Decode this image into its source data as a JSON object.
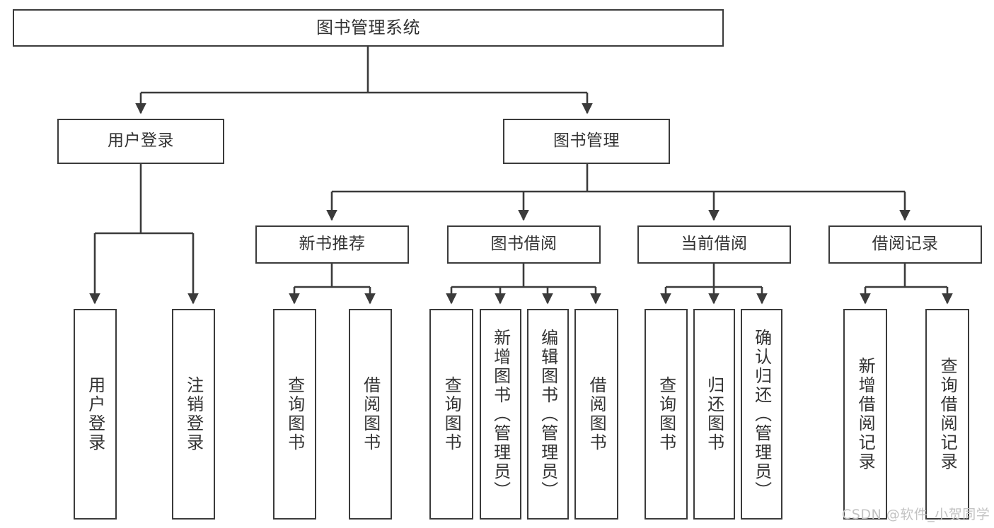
{
  "diagram": {
    "title": "图书管理系统",
    "type": "tree",
    "background_color": "#ffffff",
    "box_border_color": "#3b3b3b",
    "text_color": "#333333",
    "connector_color": "#3b3b3b"
  },
  "nodes": {
    "root": {
      "label": "图书管理系统"
    },
    "level2": [
      {
        "id": "user-login",
        "label": "用户登录"
      },
      {
        "id": "book-manage",
        "label": "图书管理"
      }
    ],
    "level3": [
      {
        "id": "new-book-recommend",
        "label": "新书推荐"
      },
      {
        "id": "book-borrow",
        "label": "图书借阅"
      },
      {
        "id": "current-borrow",
        "label": "当前借阅"
      },
      {
        "id": "borrow-record",
        "label": "借阅记录"
      }
    ],
    "leaves": [
      {
        "id": "leaf-user-login",
        "label": "用户登录"
      },
      {
        "id": "leaf-user-logout",
        "label": "注销登录"
      },
      {
        "id": "leaf-query-book-1",
        "label": "查询图书"
      },
      {
        "id": "leaf-borrow-book-1",
        "label": "借阅图书"
      },
      {
        "id": "leaf-query-book-2",
        "label": "查询图书"
      },
      {
        "id": "leaf-add-book",
        "label": "新增图书（管理员）"
      },
      {
        "id": "leaf-edit-book",
        "label": "编辑图书（管理员）"
      },
      {
        "id": "leaf-borrow-book-2",
        "label": "借阅图书"
      },
      {
        "id": "leaf-query-book-3",
        "label": "查询图书"
      },
      {
        "id": "leaf-return-book",
        "label": "归还图书"
      },
      {
        "id": "leaf-confirm-return",
        "label": "确认归还（管理员）"
      },
      {
        "id": "leaf-add-record",
        "label": "新增借阅记录"
      },
      {
        "id": "leaf-query-record",
        "label": "查询借阅记录"
      }
    ]
  },
  "watermark": {
    "text": "CSDN @软件_小贺同学"
  }
}
